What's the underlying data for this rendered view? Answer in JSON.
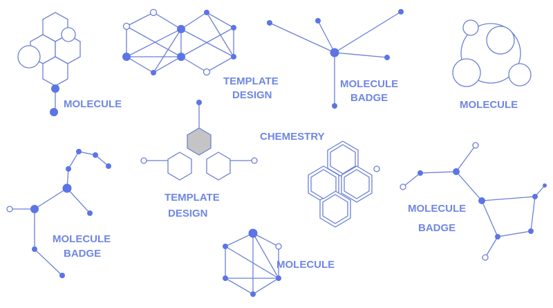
{
  "colors": {
    "stroke": "#6b7fd4",
    "node": "#5c74e6",
    "text": "#6f86e3",
    "hex_highlight": "#c4c4c4",
    "background": "#ffffff"
  },
  "labels": {
    "molecule_1": "MOLECULE",
    "template_1_line1": "TEMPLATE",
    "template_1_line2": "DESIGN",
    "badge_1_line1": "MOLECULE",
    "badge_1_line2": "BADGE",
    "molecule_2": "MOLECULE",
    "chemestry": "CHEMESTRY",
    "template_2_line1": "TEMPLATE",
    "template_2_line2": "DESIGN",
    "badge_2_line1": "MOLECULE",
    "badge_2_line2": "BADGE",
    "badge_3_line1": "MOLECULE",
    "badge_3_line2": "BADGE",
    "molecule_3": "MOLECULE"
  }
}
